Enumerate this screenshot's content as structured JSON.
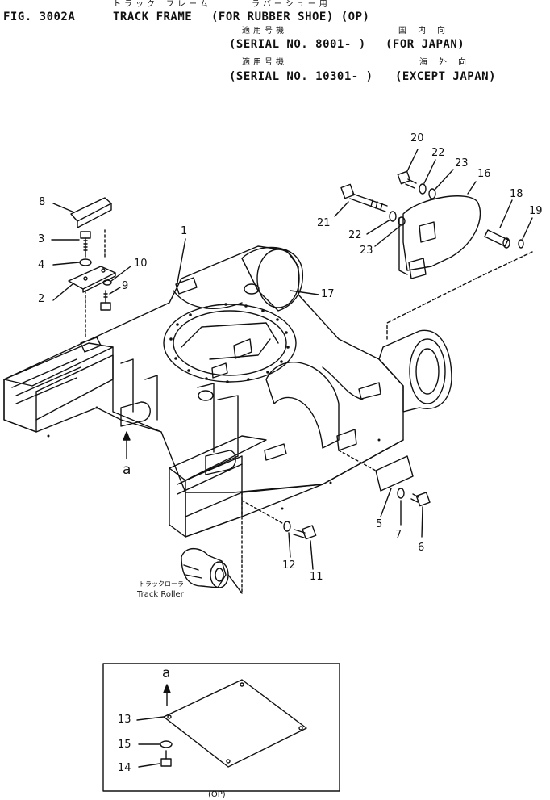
{
  "header": {
    "fig_label": "FIG. 3002A",
    "title": "TRACK FRAME",
    "subtitle": "(FOR RUBBER SHOE) (OP)",
    "jp_title_a": "トラック フレーム",
    "jp_title_b": "ラバーシュー用",
    "jp_applicable_1": "適用号機",
    "jp_market_1": "国 内 向",
    "serial_1": "(SERIAL NO. 8001- )",
    "market_1": "(FOR JAPAN)",
    "jp_applicable_2": "適用号機",
    "jp_market_2": "海 外 向",
    "serial_2": "(SERIAL NO. 10301- )",
    "market_2": "(EXCEPT JAPAN)"
  },
  "callouts": [
    "1",
    "2",
    "3",
    "4",
    "5",
    "6",
    "7",
    "8",
    "9",
    "10",
    "11",
    "12",
    "16",
    "17",
    "18",
    "19",
    "20",
    "21",
    "22",
    "23",
    "22",
    "23"
  ],
  "view_label": "a",
  "track_roller": {
    "jp": "トラックローラ",
    "en": "Track Roller"
  },
  "inset": {
    "view_label": "a",
    "callouts": [
      "13",
      "15",
      "14"
    ],
    "caption": "(OP)"
  }
}
